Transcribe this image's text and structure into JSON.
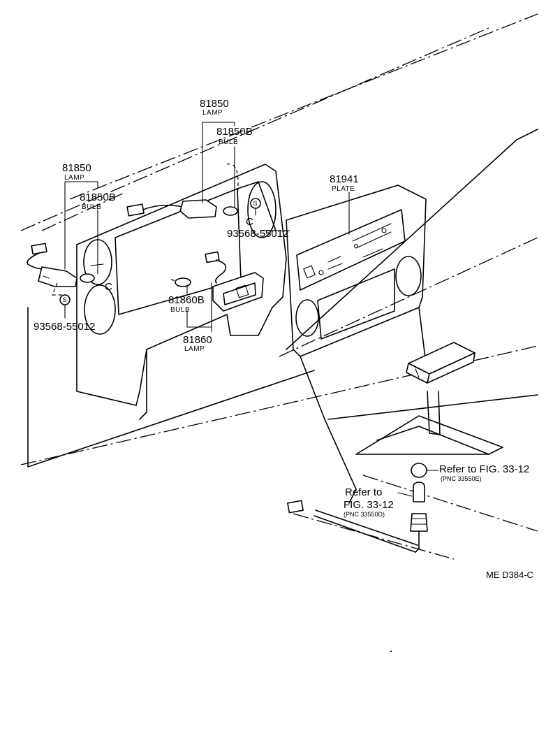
{
  "labels": {
    "lamp_left_pn": "81850",
    "lamp_left_name": "LAMP",
    "bulb_left_pn": "81850B",
    "bulb_left_name": "BULB",
    "screw_left_pn": "93568-55012",
    "lamp_top_pn": "81850",
    "lamp_top_name": "LAMP",
    "bulb_top_pn": "81850B",
    "bulb_top_name": "BULB",
    "screw_top_pn": "93568-55012",
    "plate_pn": "81941",
    "plate_name": "PLATE",
    "bulb_mid_pn": "81860B",
    "bulb_mid_name": "BULB",
    "lamp_mid_pn": "81860",
    "lamp_mid_name": "LAMP",
    "ref_right_text": "Refer to FIG. 33-12",
    "ref_right_pnc": "(PNC 33550E)",
    "ref_bottom_line1": "Refer to",
    "ref_bottom_line2": "FIG. 33-12",
    "ref_bottom_pnc": "(PNC 33550D)",
    "screw_marker": "S",
    "clip_marker": "C",
    "figure_code": "ME  D384-C"
  }
}
